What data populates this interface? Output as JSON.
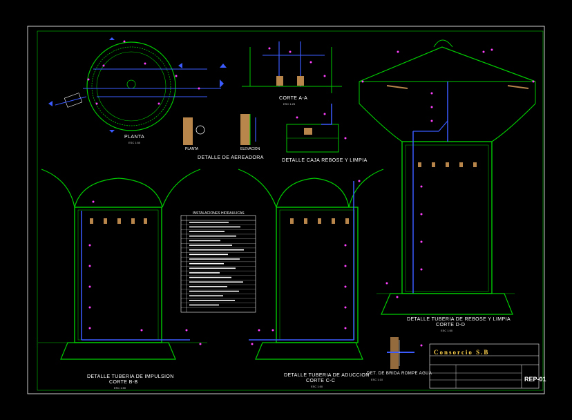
{
  "drawing": {
    "views": {
      "planta": {
        "title": "PLANTA",
        "scale": "ESC 1:50"
      },
      "corte_aa": {
        "title": "CORTE A-A",
        "scale": "ESC 1:25"
      },
      "aereadora": {
        "title": "DETALLE DE AEREADORA",
        "sub_left": "PLANTA",
        "sub_right": "ELEVACION"
      },
      "caja_reboce": {
        "title": "DETALLE CAJA REBOSE Y LIMPIA"
      },
      "impulsion": {
        "title": "DETALLE TUBERIA DE IMPULSION",
        "cut": "CORTE B-B",
        "scale": "ESC 1:50"
      },
      "aduccion": {
        "title": "DETALLE TUBERIA DE ADUCCION",
        "cut": "CORTE C-C",
        "scale": "ESC 1:50"
      },
      "rebose_limpia": {
        "title": "DETALLE TUBERIA DE REBOSE Y LIMPIA",
        "cut": "CORTE D-D",
        "scale": "ESC 1:50"
      },
      "rompe_agua": {
        "title": "DET. DE BRIDA ROMPE AGUA",
        "scale": "ESC 1:10"
      }
    },
    "table": {
      "title": "INSTALACIONES HIDRAULICAS",
      "rows": 20
    },
    "title_block": {
      "company": "Consorcio S.B",
      "sheet_code": "REP-01"
    }
  },
  "colors": {
    "background": "#000000",
    "structure": "#00cc00",
    "pipe": "#3b5bff",
    "marker": "#ff40ff",
    "annotation": "#00ffff",
    "text": "#ffffff",
    "brick": "#b8864b",
    "title_accent": "#ffd34d"
  },
  "icons": [
    "north-arrow-icon",
    "section-marker-icon"
  ]
}
